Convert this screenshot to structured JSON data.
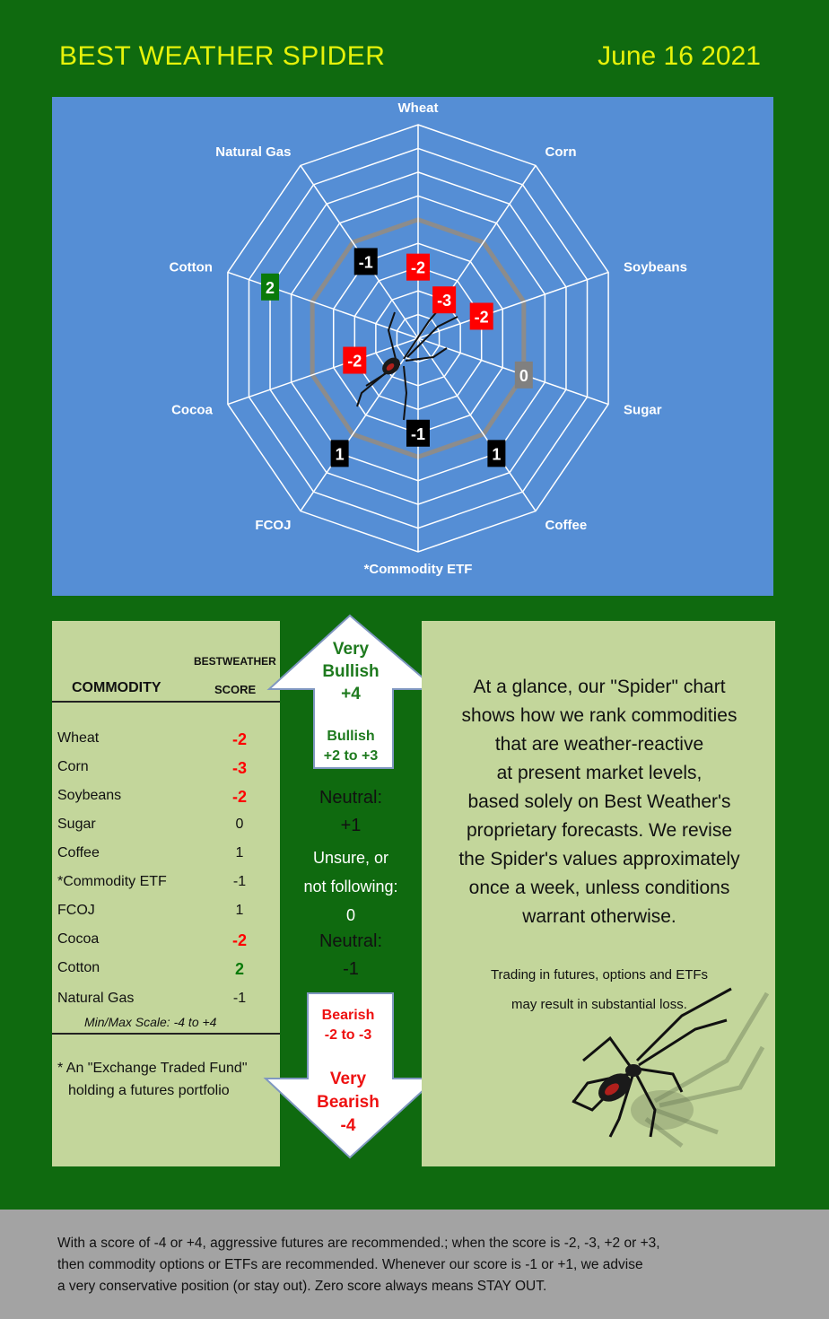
{
  "header": {
    "title": "BEST WEATHER SPIDER",
    "date": "June 16  2021"
  },
  "chart_data": {
    "type": "radar",
    "categories": [
      "Wheat",
      "Corn",
      "Soybeans",
      "Sugar",
      "Coffee",
      "*Commodity  ETF",
      "FCOJ",
      "Cocoa",
      "Cotton",
      "Natural Gas"
    ],
    "values": [
      -2,
      -3,
      -2,
      0,
      1,
      -1,
      1,
      -2,
      2,
      -1
    ],
    "range": [
      -5,
      4
    ],
    "scale_note": "Min/Max Scale:  -4 to +4",
    "colors": {
      "negative_strong": "#ff0000",
      "neutral": "#000000",
      "zero": "#808080",
      "positive_strong": "#0a7a0a",
      "web": "#ffffff",
      "zero_ring": "#8c8c8c",
      "background": "#558ed5"
    }
  },
  "table": {
    "col1": "COMMODITY",
    "col2_top": "BESTWEATHER",
    "col2": "SCORE",
    "scale": "Min/Max Scale:  -4 to +4",
    "footnote_1": "*  An \"Exchange Traded Fund\"",
    "footnote_2": "holding a futures portfolio"
  },
  "legend": {
    "very_bullish": [
      "Very",
      "Bullish",
      "+4"
    ],
    "bullish": [
      "Bullish",
      "+2 to +3"
    ],
    "neutral_pos": [
      "Neutral:",
      "+1"
    ],
    "unsure": [
      "Unsure, or",
      "not following:",
      "0"
    ],
    "neutral_neg": [
      "Neutral:",
      "-1"
    ],
    "bearish": [
      "Bearish",
      "-2 to -3"
    ],
    "very_bearish": [
      "Very",
      "Bearish",
      "-4"
    ]
  },
  "description": [
    "At a glance, our \"Spider\" chart",
    "shows how we rank commodities",
    "that are weather-reactive",
    "at present market levels,",
    "based solely on Best Weather's",
    "proprietary forecasts.  We revise",
    "the Spider's values approximately",
    "once a week, unless conditions",
    "warrant otherwise."
  ],
  "disclaimer": [
    "Trading in futures, options and ETFs",
    "may result in substantial loss."
  ],
  "footer": [
    "With a score of -4 or +4, aggressive futures are recommended.; when the score is -2, -3, +2 or +3,",
    "then commodity options or ETFs are recommended.    Whenever our score is -1 or +1, we advise",
    "a very conservative position (or stay out).          Zero score always means STAY OUT."
  ]
}
